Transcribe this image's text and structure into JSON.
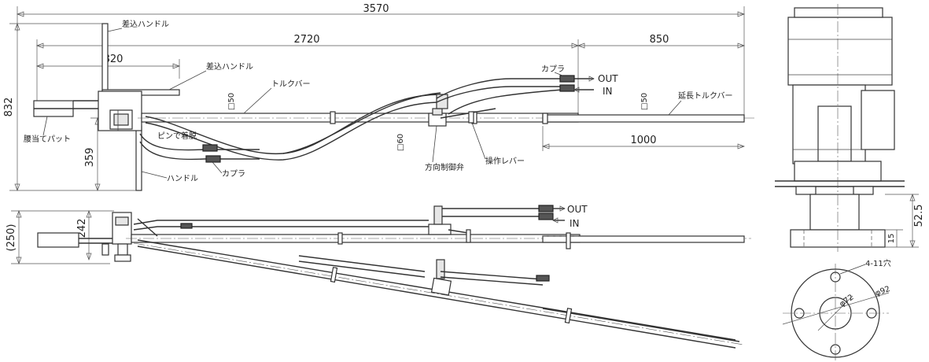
{
  "dimensions": {
    "overall_length": "3570",
    "main_length": "2720",
    "extension_length": "850",
    "handle_offset": "820",
    "height": "832",
    "lower_height": "359",
    "extension_overlap": "1000",
    "bar_size_50a": "□50",
    "bar_size_60": "□60",
    "bar_size_50b": "□50",
    "side_width": "(250)",
    "side_242": "242",
    "base_52_5": "52.5",
    "base_15": "15",
    "holes": "4-11穴",
    "dia_72": "φ72",
    "dia_92": "φ92"
  },
  "labels": {
    "insert_handle_top": "差込ハンドル",
    "insert_handle_mid": "差込ハンドル",
    "torque_bar": "トルクバー",
    "coupler_top": "カプラ",
    "extension_bar": "延長トルクバー",
    "waist_pad": "腰当てパット",
    "pin_detach": "ピンで着脱",
    "handle": "ハンドル",
    "coupler_bottom": "カプラ",
    "direction_valve": "方向制御弁",
    "operating_lever": "操作レバー"
  },
  "ports": {
    "out_top": "OUT",
    "in_top": "IN",
    "out_mid": "OUT",
    "in_mid": "IN"
  }
}
